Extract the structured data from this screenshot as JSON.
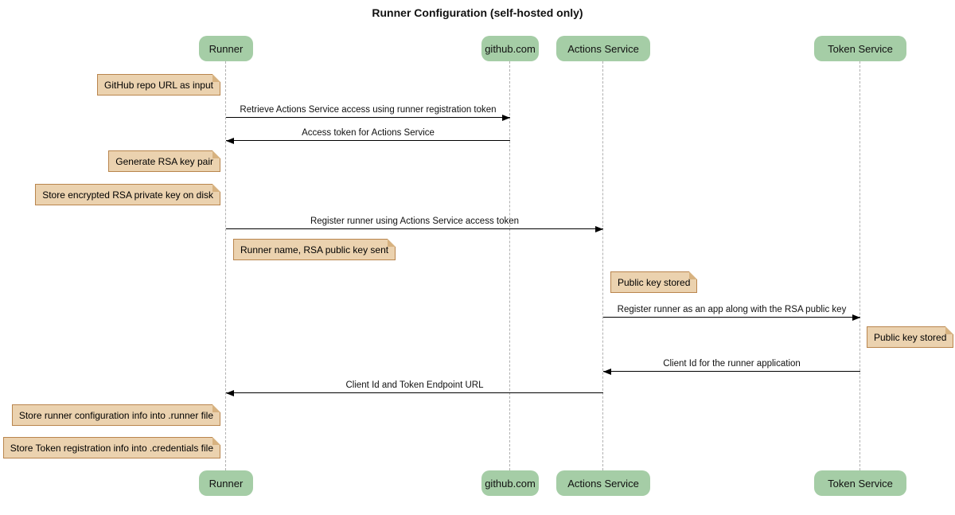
{
  "title": "Runner Configuration (self-hosted only)",
  "colors": {
    "actor_fill": "#A5CDA6",
    "note_fill": "#EBD2AF",
    "note_border": "#B9854D",
    "note_fold": "#D7B280",
    "lifeline": "#B0B0B0",
    "message_line": "#000000",
    "background": "#FFFFFF"
  },
  "actors": [
    {
      "id": "runner",
      "label": "Runner"
    },
    {
      "id": "github",
      "label": "github.com"
    },
    {
      "id": "actions-service",
      "label": "Actions Service"
    },
    {
      "id": "token-service",
      "label": "Token Service"
    }
  ],
  "messages": [
    {
      "from": "Runner",
      "to": "github.com",
      "direction": "right",
      "label": "Retrieve Actions Service access using runner registration token"
    },
    {
      "from": "github.com",
      "to": "Runner",
      "direction": "left",
      "label": "Access token for Actions Service"
    },
    {
      "from": "Runner",
      "to": "Actions Service",
      "direction": "right",
      "label": "Register runner using Actions Service access token"
    },
    {
      "from": "Actions Service",
      "to": "Token Service",
      "direction": "right",
      "label": "Register runner as an app along with the RSA public key"
    },
    {
      "from": "Token Service",
      "to": "Actions Service",
      "direction": "left",
      "label": "Client Id for the runner application"
    },
    {
      "from": "Actions Service",
      "to": "Runner",
      "direction": "left",
      "label": "Client Id and Token Endpoint URL"
    }
  ],
  "notes": [
    {
      "target": "Runner",
      "side": "left",
      "label": "GitHub repo URL as input"
    },
    {
      "target": "Runner",
      "side": "left",
      "label": "Generate RSA key pair"
    },
    {
      "target": "Runner",
      "side": "left",
      "label": "Store encrypted RSA private key on disk"
    },
    {
      "target": "Runner",
      "side": "right",
      "label": "Runner name, RSA public key sent"
    },
    {
      "target": "Actions Service",
      "side": "right",
      "label": "Public key stored"
    },
    {
      "target": "Token Service",
      "side": "right",
      "label": "Public key stored"
    },
    {
      "target": "Runner",
      "side": "left",
      "label": "Store runner configuration info into .runner file"
    },
    {
      "target": "Runner",
      "side": "left",
      "label": "Store Token registration info into .credentials file"
    }
  ]
}
